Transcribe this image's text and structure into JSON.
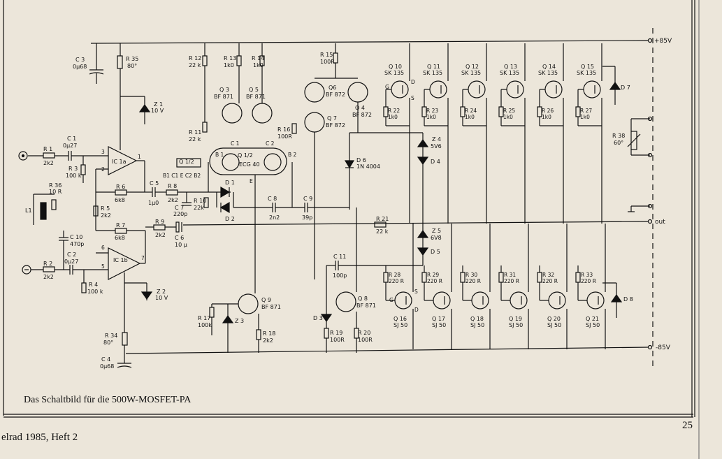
{
  "caption": "Das Schaltbild für die 500W-MOSFET-PA",
  "footer": "elrad 1985, Heft 2",
  "page_number": "25",
  "labels": {
    "rail_pos": "+85V",
    "rail_neg": "-85V",
    "out": "out",
    "c3": [
      "C 3",
      "0µ68"
    ],
    "r35": [
      "R 35",
      "80°"
    ],
    "z1": [
      "Z 1",
      "10 V"
    ],
    "r12": [
      "R 12",
      "22 k"
    ],
    "r13": [
      "R 13",
      "1k0"
    ],
    "r14": [
      "R 14",
      "1k0"
    ],
    "r15": [
      "R 15",
      "100R"
    ],
    "q3": [
      "Q 3",
      "BF 871"
    ],
    "q5": [
      "Q 5",
      "BF 871"
    ],
    "q6": [
      "Q6",
      "BF 872"
    ],
    "q4": [
      "Q 4",
      "BF 872"
    ],
    "q7": [
      "Q 7",
      "BF 872"
    ],
    "r16": [
      "R 16",
      "100R"
    ],
    "r11": [
      "R 11",
      "22 k"
    ],
    "q12box": "Q 1/2",
    "q12pins": "B1 C1  E C2 B2",
    "q1": [
      "Q 1/2",
      "ECG 40"
    ],
    "b1": "B 1",
    "c1pin": "C 1",
    "c2pin": "C 2",
    "b2": "B 2",
    "epin": "E",
    "d6": [
      "D 6",
      "1N 4004"
    ],
    "r1": [
      "R 1",
      "2k2"
    ],
    "c1": [
      "C 1",
      "0µ27"
    ],
    "r3": [
      "R 3",
      "100 k"
    ],
    "ic1a": "IC 1a",
    "c5": [
      "C 5",
      "1µ0"
    ],
    "r8": [
      "R 8",
      "2k2"
    ],
    "c7": [
      "C 7",
      "220p"
    ],
    "r10": [
      "R 10",
      "22k"
    ],
    "d1": "D 1",
    "d2": "D 2",
    "c8": [
      "C 8",
      "2n2"
    ],
    "c9": [
      "C 9",
      "39p"
    ],
    "r36": [
      "R 36",
      "10 R"
    ],
    "l1": "L1",
    "r6": [
      "R 6",
      "6k8"
    ],
    "r5": [
      "R 5",
      "2k2"
    ],
    "r7": [
      "R 7",
      "6k8"
    ],
    "r9": [
      "R 9",
      "2k2"
    ],
    "c6": [
      "C 6",
      "10 µ"
    ],
    "r21": [
      "R 21",
      "22 k"
    ],
    "c10": [
      "C 10",
      "470p"
    ],
    "r2": [
      "R 2",
      "2k2"
    ],
    "c2": [
      "C 2",
      "0µ27"
    ],
    "ic1b": "IC 1b",
    "r4": [
      "R 4",
      "100 k"
    ],
    "z2": [
      "Z 2",
      "10 V"
    ],
    "c11": [
      "C 11",
      "100p"
    ],
    "q9": [
      "Q 9",
      "BF 871"
    ],
    "q8": [
      "Q 8",
      "BF 871"
    ],
    "r17": [
      "R 17",
      "100k"
    ],
    "z3": "Z 3",
    "r18": [
      "R 18",
      "2k2"
    ],
    "d3": "D 3",
    "r19": [
      "R 19",
      "100R"
    ],
    "r20": [
      "R 20",
      "100R"
    ],
    "r34": [
      "R 34",
      "80°"
    ],
    "c4": [
      "C 4",
      "0µ68"
    ],
    "z4": [
      "Z 4",
      "5V6"
    ],
    "d4": "D 4",
    "z5": [
      "Z 5",
      "6V8"
    ],
    "d5": "D 5",
    "r38": [
      "R 38",
      "60°"
    ],
    "d7": "D 7",
    "d8": "D 8",
    "gate": "G",
    "drain": "D",
    "source": "S",
    "pin3": "3",
    "pin2": "2",
    "pin1": "1",
    "pin6": "6",
    "pin5": "5",
    "pin7": "7",
    "upper_fets": [
      {
        "q": "Q 10",
        "t": "SK 135",
        "r": "R 22",
        "v": "1k0"
      },
      {
        "q": "Q 11",
        "t": "SK 135",
        "r": "R 23",
        "v": "1k0"
      },
      {
        "q": "Q 12",
        "t": "SK 135",
        "r": "R 24",
        "v": "1k0"
      },
      {
        "q": "Q 13",
        "t": "SK 135",
        "r": "R 25",
        "v": "1k0"
      },
      {
        "q": "Q 14",
        "t": "SK 135",
        "r": "R 26",
        "v": "1k0"
      },
      {
        "q": "Q 15",
        "t": "SK 135",
        "r": "R 27",
        "v": "1k0"
      }
    ],
    "lower_fets": [
      {
        "q": "Q 16",
        "t": "SJ 50",
        "r": "R 28",
        "v": "220 R"
      },
      {
        "q": "Q 17",
        "t": "SJ 50",
        "r": "R 29",
        "v": "220 R"
      },
      {
        "q": "Q 18",
        "t": "SJ 50",
        "r": "R 30",
        "v": "220 R"
      },
      {
        "q": "Q 19",
        "t": "SJ 50",
        "r": "R 31",
        "v": "220 R"
      },
      {
        "q": "Q 20",
        "t": "SJ 50",
        "r": "R 32",
        "v": "220 R"
      },
      {
        "q": "Q 21",
        "t": "SJ 50",
        "r": "R 33",
        "v": "220 R"
      }
    ]
  }
}
